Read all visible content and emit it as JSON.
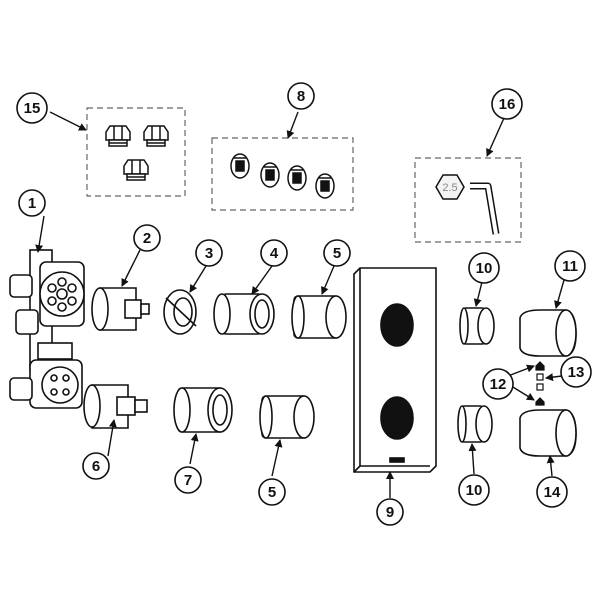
{
  "callouts": {
    "c1": "1",
    "c2": "2",
    "c3": "3",
    "c4": "4",
    "c5a": "5",
    "c5b": "5",
    "c6": "6",
    "c7": "7",
    "c8": "8",
    "c9": "9",
    "c10a": "10",
    "c10b": "10",
    "c11": "11",
    "c12": "12",
    "c13": "13",
    "c14": "14",
    "c15": "15",
    "c16": "16"
  },
  "hex_key_size": "2.5",
  "colors": {
    "ink": "#111111",
    "dashed_box": "#666666",
    "hex_label": "#888888"
  }
}
